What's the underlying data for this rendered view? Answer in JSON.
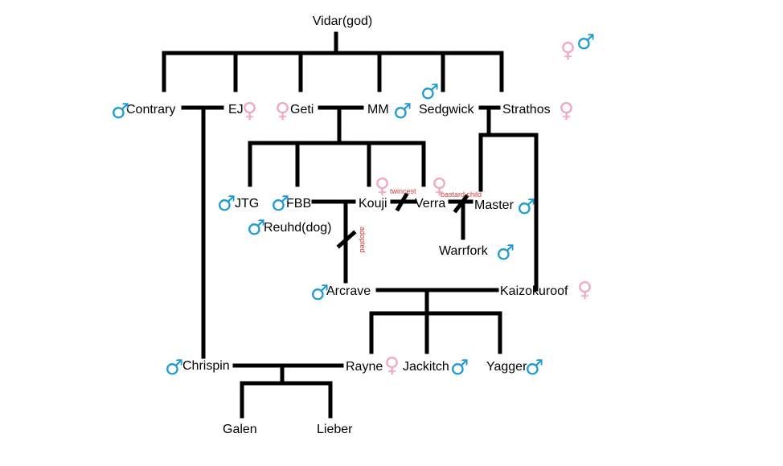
{
  "colors": {
    "male": "#1a9ad6",
    "female": "#f2a6c4",
    "note": "#d23a3a",
    "line": "#000000"
  },
  "people": {
    "vidar": "Vidar(god)",
    "contrary": "Contrary",
    "ej": "EJ",
    "geti": "Geti",
    "mm": "MM",
    "sedgwick": "Sedgwick",
    "strathos": "Strathos",
    "jtg": "JTG",
    "fbb": "FBB",
    "kouji": "Kouji",
    "verra": "Verra",
    "master": "Master",
    "reuhd": "Reuhd(dog)",
    "warrfork": "Warrfork",
    "arcrave": "Arcrave",
    "kaizokuroof": "Kaizokuroof",
    "chrispin": "Chrispin",
    "rayne": "Rayne",
    "jackitch": "Jackitch",
    "yagger": "Yagger",
    "galen": "Galen",
    "lieber": "Lieber"
  },
  "notes": {
    "twincest": "twincest",
    "bastard_child": "bastard child",
    "adopted": "adopted"
  },
  "symbols": {
    "male": "♂",
    "female": "♀"
  }
}
